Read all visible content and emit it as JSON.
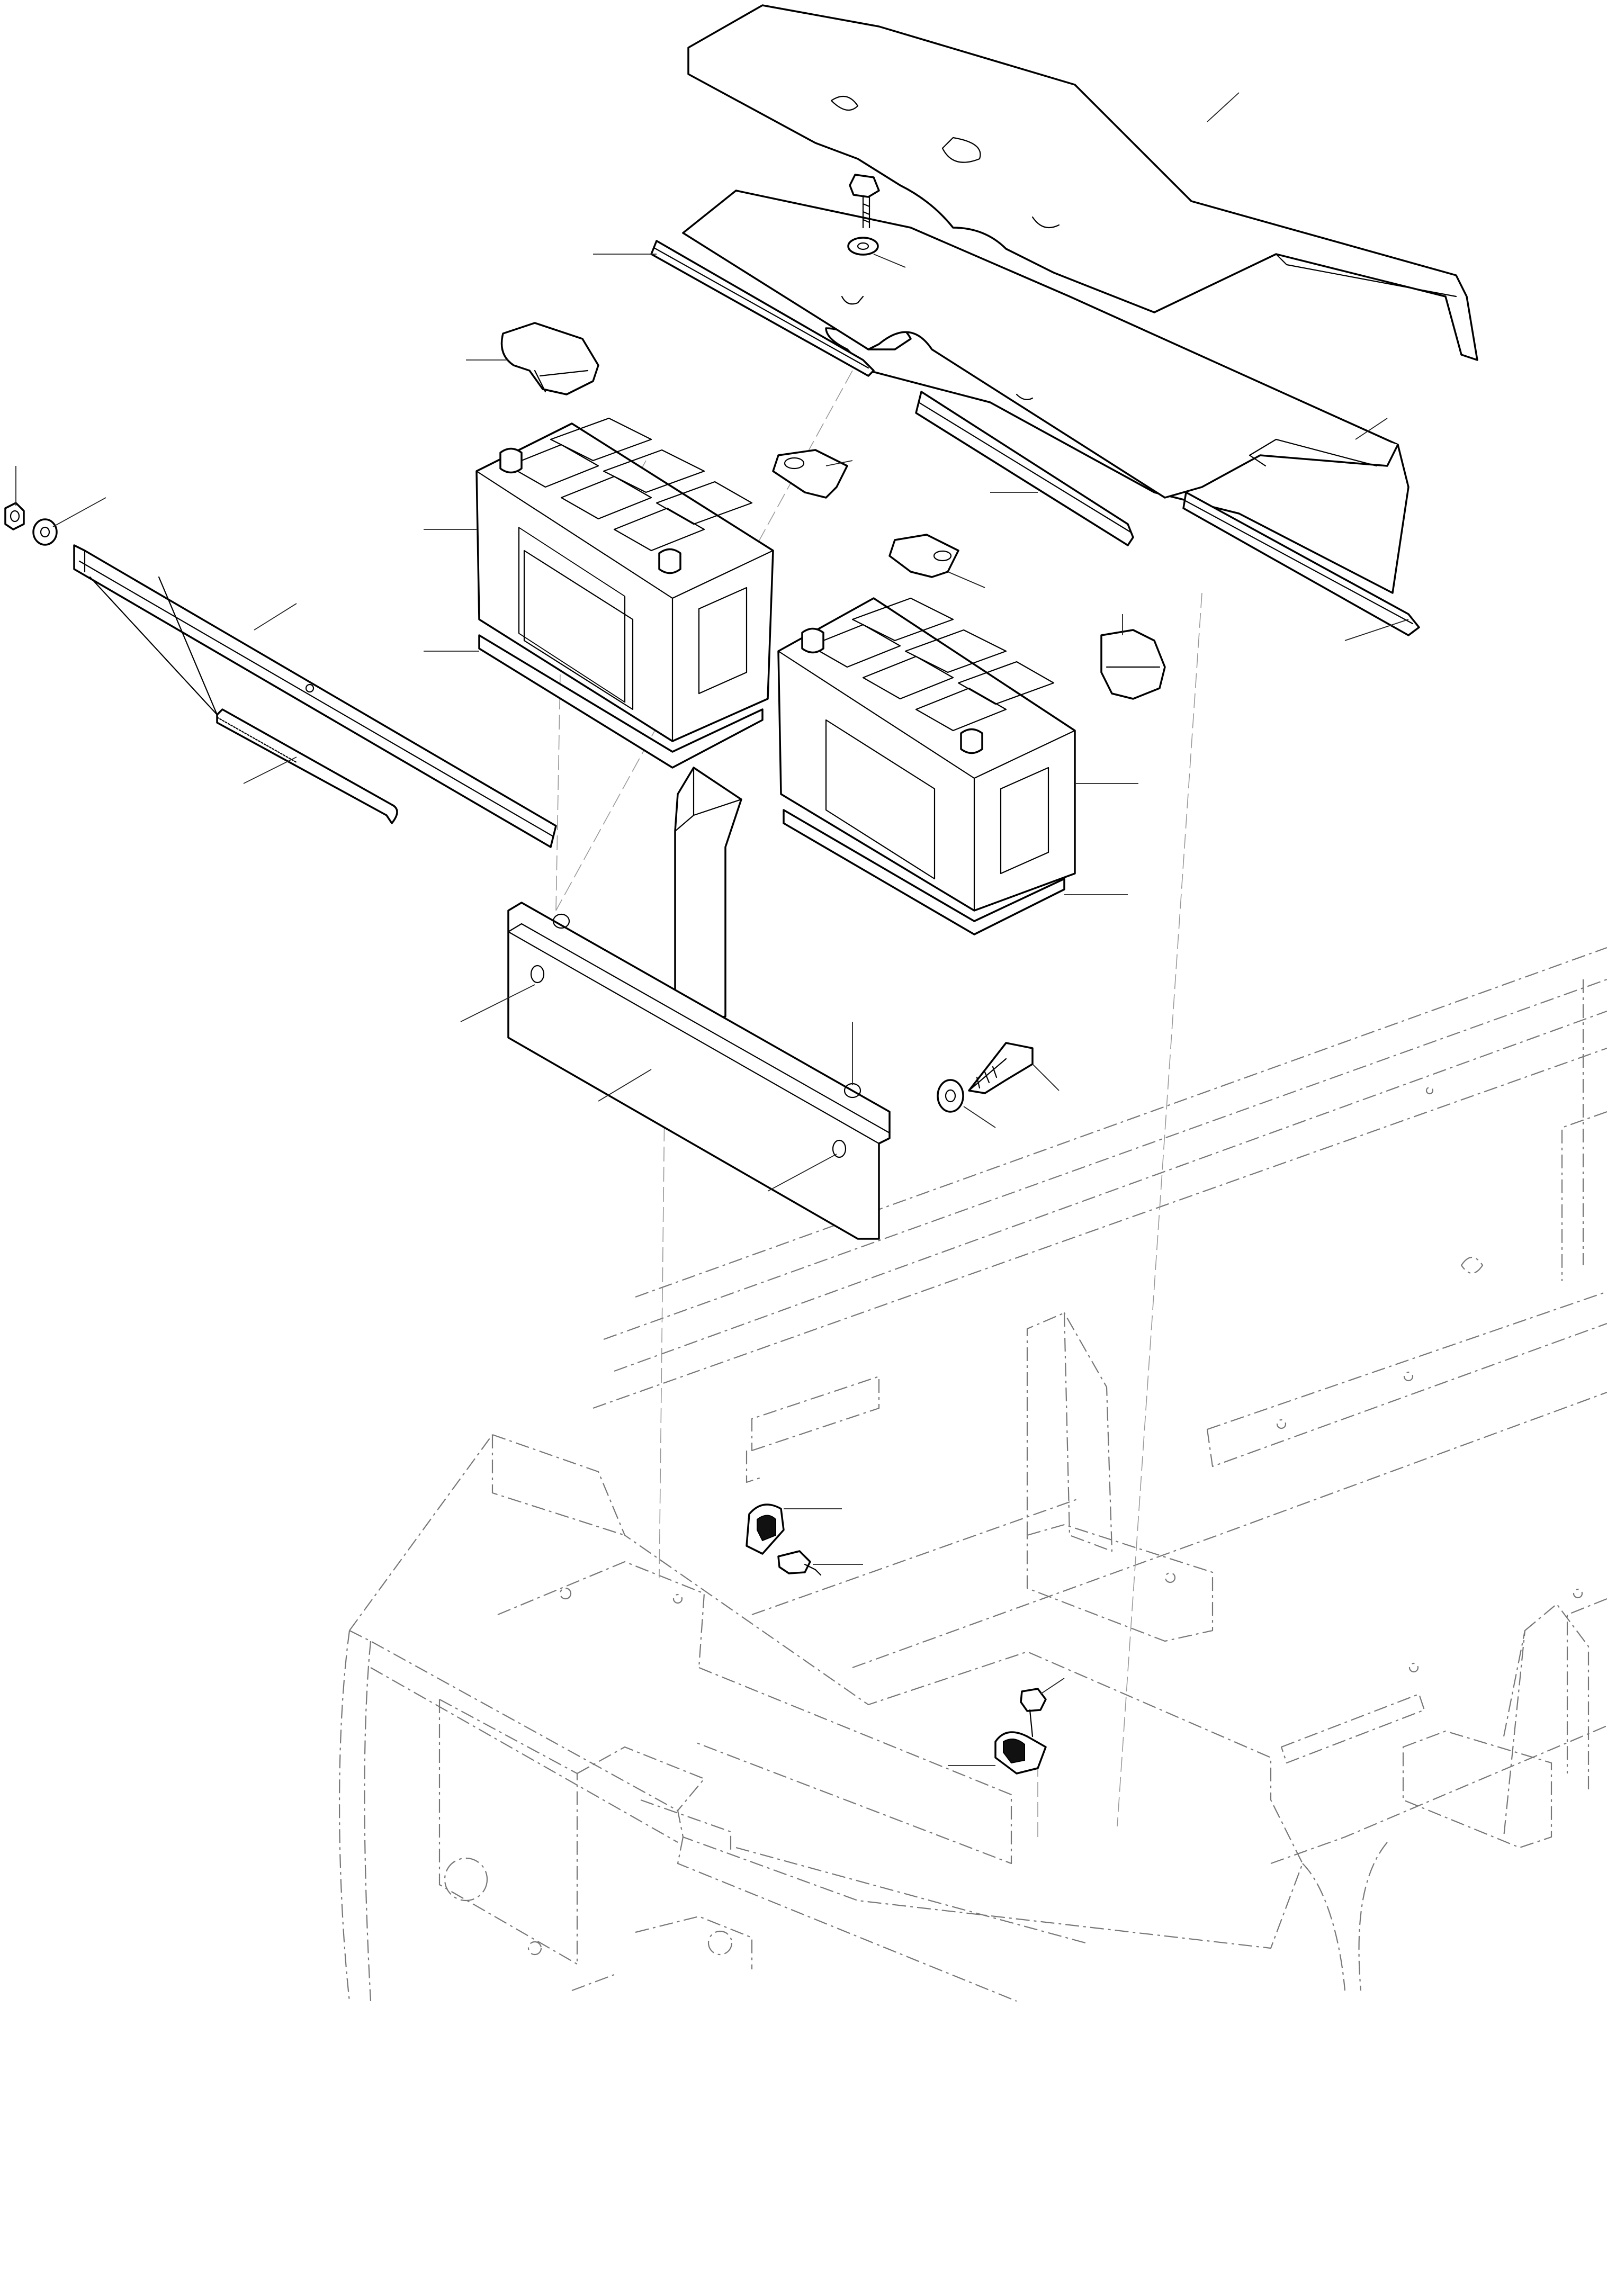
{
  "figure": {
    "kind": "exploded-view parts diagram",
    "printed_text": [],
    "colors": {
      "ink": "#000000",
      "frame_line": "#777777",
      "phantom_line": "#999999",
      "paper": "#ffffff"
    }
  },
  "components": [
    {
      "id": "top-cover-plate"
    },
    {
      "id": "battery-hold-down-plate"
    },
    {
      "id": "rubber-strip-left"
    },
    {
      "id": "rubber-strip-right"
    },
    {
      "id": "bolt-top"
    },
    {
      "id": "washer-top"
    },
    {
      "id": "terminal-cover-1"
    },
    {
      "id": "terminal-cover-2"
    },
    {
      "id": "terminal-connector-1"
    },
    {
      "id": "terminal-connector-2"
    },
    {
      "id": "battery-left"
    },
    {
      "id": "battery-right"
    },
    {
      "id": "battery-pad-left"
    },
    {
      "id": "battery-pad-right"
    },
    {
      "id": "clamp-rod"
    },
    {
      "id": "threaded-j-bolt"
    },
    {
      "id": "nut"
    },
    {
      "id": "washer-rod"
    },
    {
      "id": "battery-tray-bracket"
    },
    {
      "id": "bracket-bolt"
    },
    {
      "id": "bracket-washer"
    },
    {
      "id": "cable-clip-1"
    },
    {
      "id": "clip-screw-1"
    },
    {
      "id": "cable-clip-2"
    },
    {
      "id": "clip-screw-2"
    },
    {
      "id": "machine-frame-phantom"
    }
  ]
}
